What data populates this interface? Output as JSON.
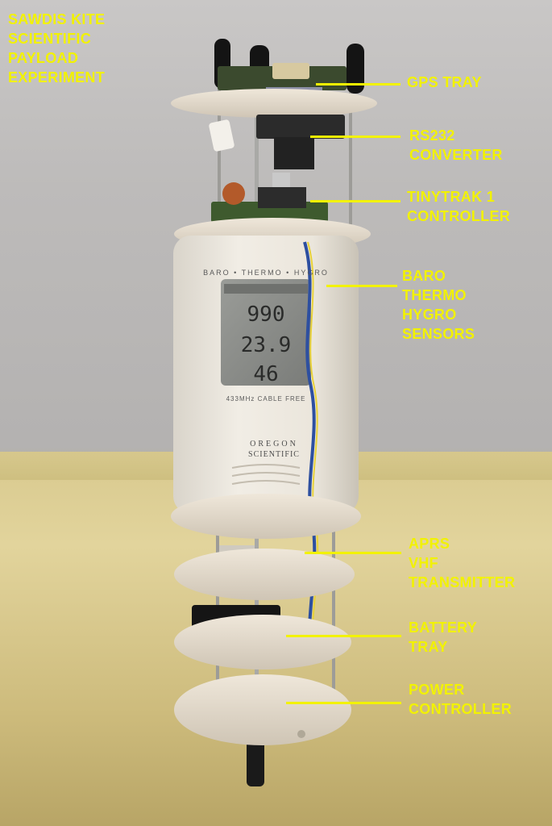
{
  "title": "SAWDIS KITE\nSCIENTIFIC\nPAYLOAD\nEXPERIMENT",
  "labels": {
    "gps_tray": "GPS TRAY",
    "rs232": "RS232\nCONVERTER",
    "tinytrak": "TINYTRAK 1\nCONTROLLER",
    "sensors": "BARO\nTHERMO\nHYGRO\nSENSORS",
    "aprs": "APRS\nVHF\nTRANSMITTER",
    "battery": "BATTERY\nTRAY",
    "power": "POWER\nCONTROLLER"
  },
  "device": {
    "top_strip": "BARO • THERMO • HYGRO",
    "lcd_row1": "990",
    "lcd_row2": "23.9",
    "lcd_row3": "46",
    "bottom_strip": "433MHz  CABLE  FREE",
    "brand_line1": "OREGON",
    "brand_line2": "SCIENTIFIC"
  },
  "colors": {
    "label_yellow": "#f2f200",
    "disc": "#e6ddd0",
    "device_body": "#ece8df",
    "lcd": "#8a8c89"
  }
}
